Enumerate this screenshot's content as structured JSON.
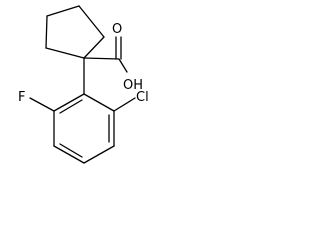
{
  "molecule": {
    "labels": {
      "hydroxyl": "OH",
      "carbonyl_oxygen": "O",
      "fluorine": "F",
      "chlorine": "Cl"
    },
    "colors": {
      "background": "#ffffff",
      "bonds": "#000000",
      "labels": "#000000"
    }
  }
}
